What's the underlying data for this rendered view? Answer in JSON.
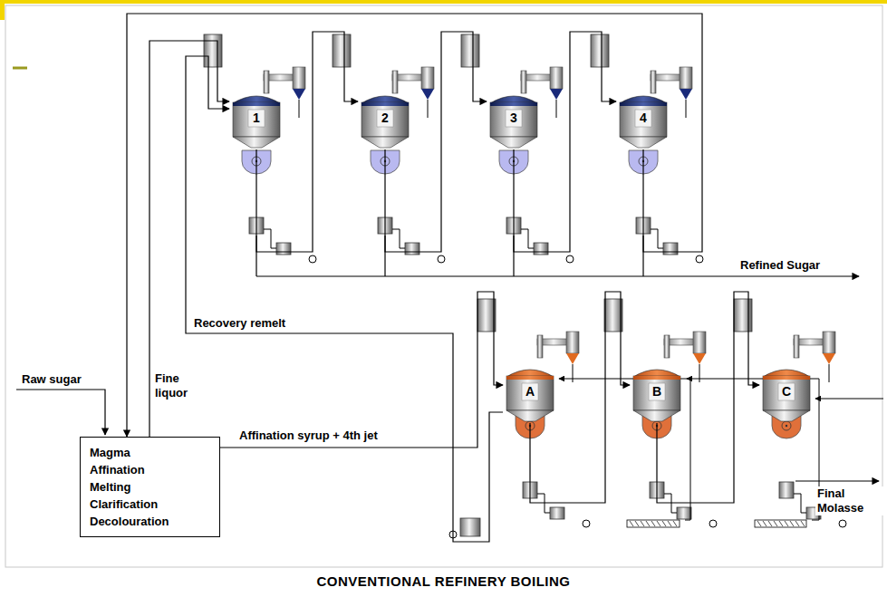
{
  "diagram": {
    "caption": "CONVENTIONAL REFINERY BOILING",
    "nodes": [
      {
        "text": [
          "1"
        ]
      },
      {
        "text": [
          "2"
        ]
      },
      {
        "text": [
          "3"
        ]
      },
      {
        "text": [
          "4"
        ]
      },
      {
        "text": [
          "A"
        ]
      },
      {
        "text": [
          "B"
        ]
      },
      {
        "text": [
          "C"
        ]
      },
      {
        "text": [
          "Magma",
          "Affination",
          "Melting",
          "Clarification",
          "Decolouration"
        ]
      }
    ],
    "edges": [
      {
        "from": 7,
        "to": 0,
        "arrow": "to",
        "label": "Fine liquor"
      },
      {
        "from": 0,
        "to": 1,
        "arrow": "to"
      },
      {
        "from": 1,
        "to": 2,
        "arrow": "to"
      },
      {
        "from": 2,
        "to": 3,
        "arrow": "to"
      },
      {
        "from": 3,
        "to": 7,
        "arrow": "to"
      },
      {
        "from": 7,
        "to": 4,
        "arrow": "to",
        "label": "Affination syrup + 4th jet"
      },
      {
        "from": 4,
        "to": 5,
        "arrow": "to"
      },
      {
        "from": 5,
        "to": 6,
        "arrow": "to"
      },
      {
        "from": 4,
        "to": 0,
        "arrow": "to",
        "label": "Recovery remelt"
      }
    ],
    "labels": [
      "Raw sugar",
      "Refined Sugar",
      "Final Molasse"
    ]
  }
}
